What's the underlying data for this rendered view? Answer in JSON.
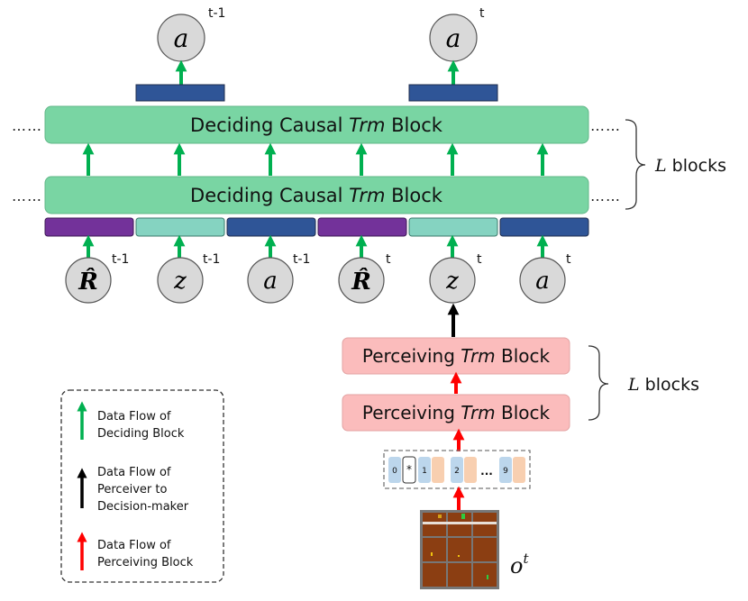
{
  "colors": {
    "deciding_block": "#79d5a3",
    "perceiving_block": "#fbbcbc",
    "token_purple": "#73329a",
    "token_teal": "#85d3c1",
    "token_navy": "#2f5597",
    "node_fill": "#d9d9d9",
    "arrow_green": "#00b050",
    "arrow_black": "#000000",
    "arrow_red": "#ff0000",
    "patch_blue": "#bcd6ec",
    "patch_peach": "#f8cfb0",
    "grid_brown": "#8b3e12"
  },
  "deciding_blocks": {
    "top_label_prefix": "Deciding Causal ",
    "top_label_italic": "Trm",
    "top_label_suffix": " Block",
    "bottom_label_prefix": "Deciding Causal ",
    "bottom_label_italic": "Trm",
    "bottom_label_suffix": " Block",
    "left_dots": "……",
    "right_dots": "……",
    "count_label_var": "L",
    "count_label_text": " blocks"
  },
  "perceiving_blocks": {
    "top_label_prefix": "Perceiving ",
    "top_label_italic": "Trm",
    "top_label_suffix": " Block",
    "bottom_label_prefix": "Perceiving ",
    "bottom_label_italic": "Trm",
    "bottom_label_suffix": " Block",
    "count_label_var": "L",
    "count_label_text": " blocks"
  },
  "outputs": [
    {
      "symbol": "a",
      "superscript": "t-1"
    },
    {
      "symbol": "a",
      "superscript": "t"
    }
  ],
  "inputs": [
    {
      "symbol": "R̂",
      "superscript": "t-1"
    },
    {
      "symbol": "z",
      "superscript": "t-1"
    },
    {
      "symbol": "a",
      "superscript": "t-1"
    },
    {
      "symbol": "R̂",
      "superscript": "t"
    },
    {
      "symbol": "z",
      "superscript": "t"
    },
    {
      "symbol": "a",
      "superscript": "t"
    }
  ],
  "patches": {
    "labels": [
      "0",
      "*",
      "1",
      "2",
      "9"
    ],
    "ellipsis": "..."
  },
  "observation": {
    "symbol": "o",
    "superscript": "t"
  },
  "legend": {
    "green_line1": "Data Flow of",
    "green_line2": "Deciding Block",
    "black_line1": "Data Flow of",
    "black_line2": "Perceiver to",
    "black_line3": "Decision-maker",
    "red_line1": "Data Flow of",
    "red_line2": "Perceiving Block"
  }
}
